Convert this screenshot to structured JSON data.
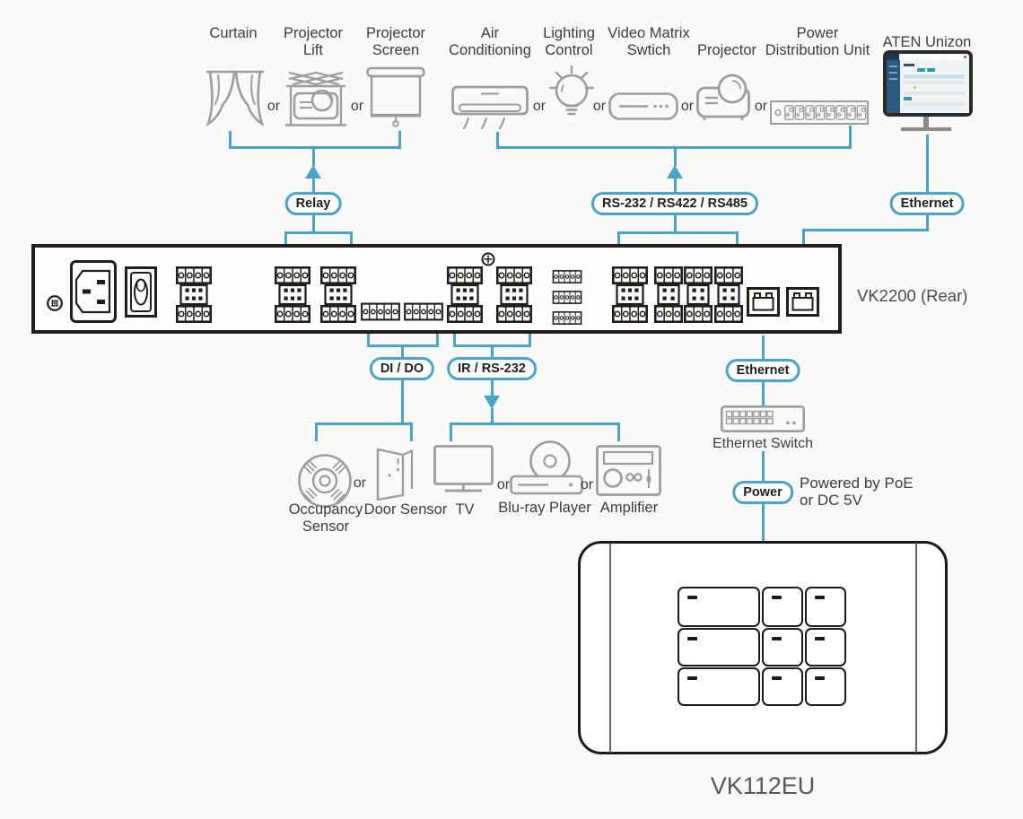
{
  "colors": {
    "line_blue": "#4AA3C8",
    "icon_gray": "#9D9D9D",
    "panel_black": "#211D1A",
    "text_dark": "#3C3C3C",
    "keypad_black": "#1A1A1A"
  },
  "top_devices": {
    "curtain": {
      "label": "Curtain"
    },
    "projector_lift": {
      "l1": "Projector",
      "l2": "Lift"
    },
    "projector_screen": {
      "l1": "Projector",
      "l2": "Screen"
    },
    "air_conditioning": {
      "l1": "Air",
      "l2": "Conditioning"
    },
    "lighting_control": {
      "l1": "Lighting",
      "l2": "Control"
    },
    "video_matrix_switch": {
      "l1": "Video Matrix",
      "l2": "Swtich"
    },
    "projector": {
      "label": "Projector"
    },
    "power_distribution_unit": {
      "l1": "Power",
      "l2": "Distribution Unit"
    },
    "aten_unizon": {
      "label": "ATEN Unizon"
    }
  },
  "connections": {
    "relay": "Relay",
    "serial": "RS-232 / RS422 / RS485",
    "ethernet_top": "Ethernet",
    "di_do": "DI / DO",
    "ir_rs232": "IR / RS-232",
    "ethernet_bottom": "Ethernet",
    "power": "Power"
  },
  "or_label": "or",
  "controller_label": "VK2200 (Rear)",
  "bottom_devices": {
    "occupancy_sensor": {
      "l1": "Occupancy",
      "l2": "Sensor"
    },
    "door_sensor": {
      "label": "Door Sensor"
    },
    "tv": {
      "label": "TV"
    },
    "bluray_player": {
      "label": "Blu-ray Player"
    },
    "amplifier": {
      "label": "Amplifier"
    }
  },
  "ethernet_switch_label": "Ethernet Switch",
  "power_note": {
    "l1": "Powered by PoE",
    "l2": "or DC 5V"
  },
  "keypad_label": "VK112EU"
}
